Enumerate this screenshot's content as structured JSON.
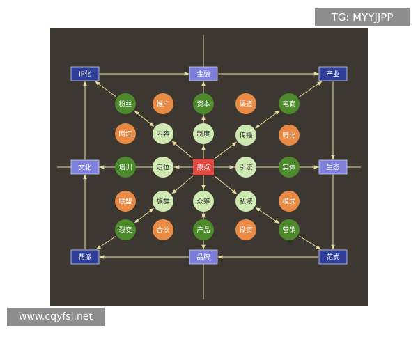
{
  "watermarks": {
    "top": "TG: MYYJJPP",
    "bottom": "www.cqyfsl.net"
  },
  "colors": {
    "background": "#3d3731",
    "line": "#e8dca0",
    "box_dark": "#2f3f98",
    "box_light": "#7f80dc",
    "center": "#dd4a44",
    "green_dark": "#4c8a2c",
    "green_light": "#cfe9b3",
    "orange": "#e98b45",
    "text_dark": "#2a2a2a",
    "text_olive": "#8a6a1a",
    "text_white": "#ffffff"
  },
  "diagram": {
    "center": {
      "id": "origin",
      "label": "原点"
    },
    "boxes": [
      {
        "id": "ip",
        "label": "IP化",
        "style": "dark"
      },
      {
        "id": "finance",
        "label": "金融",
        "style": "light"
      },
      {
        "id": "industry",
        "label": "产业",
        "style": "dark"
      },
      {
        "id": "culture",
        "label": "文化",
        "style": "light"
      },
      {
        "id": "ecology",
        "label": "生态",
        "style": "light"
      },
      {
        "id": "gang",
        "label": "帮派",
        "style": "dark"
      },
      {
        "id": "brand",
        "label": "品牌",
        "style": "light"
      },
      {
        "id": "paradigm",
        "label": "范式",
        "style": "dark"
      }
    ],
    "nodes": [
      {
        "id": "fans",
        "label": "粉丝",
        "style": "green_dark"
      },
      {
        "id": "capital",
        "label": "资本",
        "style": "green_dark"
      },
      {
        "id": "ecommerce",
        "label": "电商",
        "style": "green_dark"
      },
      {
        "id": "training",
        "label": "培训",
        "style": "green_dark"
      },
      {
        "id": "entity",
        "label": "实体",
        "style": "green_dark"
      },
      {
        "id": "fission",
        "label": "裂变",
        "style": "green_dark"
      },
      {
        "id": "product",
        "label": "产品",
        "style": "green_dark"
      },
      {
        "id": "marketing",
        "label": "营销",
        "style": "green_dark"
      },
      {
        "id": "content",
        "label": "内容",
        "style": "green_light"
      },
      {
        "id": "system",
        "label": "制度",
        "style": "green_light"
      },
      {
        "id": "spread",
        "label": "传播",
        "style": "green_light"
      },
      {
        "id": "positioning",
        "label": "定位",
        "style": "green_light"
      },
      {
        "id": "traffic",
        "label": "引流",
        "style": "green_light"
      },
      {
        "id": "community",
        "label": "族群",
        "style": "green_light"
      },
      {
        "id": "crowdfund",
        "label": "众筹",
        "style": "green_light"
      },
      {
        "id": "private",
        "label": "私域",
        "style": "green_light"
      },
      {
        "id": "promotion",
        "label": "推广",
        "style": "orange"
      },
      {
        "id": "channel",
        "label": "渠道",
        "style": "orange"
      },
      {
        "id": "influencer",
        "label": "网红",
        "style": "orange"
      },
      {
        "id": "incubation",
        "label": "孵化",
        "style": "orange"
      },
      {
        "id": "alliance",
        "label": "联盟",
        "style": "orange"
      },
      {
        "id": "mode",
        "label": "模式",
        "style": "orange"
      },
      {
        "id": "partner",
        "label": "合伙",
        "style": "orange"
      },
      {
        "id": "investment",
        "label": "投资",
        "style": "orange"
      }
    ],
    "edges": [
      {
        "from": "origin",
        "to": "content",
        "arrow": "end"
      },
      {
        "from": "origin",
        "to": "system",
        "arrow": "end"
      },
      {
        "from": "origin",
        "to": "spread",
        "arrow": "end"
      },
      {
        "from": "origin",
        "to": "positioning",
        "arrow": "end"
      },
      {
        "from": "origin",
        "to": "traffic",
        "arrow": "end"
      },
      {
        "from": "origin",
        "to": "community",
        "arrow": "end"
      },
      {
        "from": "origin",
        "to": "crowdfund",
        "arrow": "end"
      },
      {
        "from": "origin",
        "to": "private",
        "arrow": "end"
      },
      {
        "from": "content",
        "to": "fans",
        "arrow": "both"
      },
      {
        "from": "system",
        "to": "capital",
        "arrow": "both"
      },
      {
        "from": "spread",
        "to": "ecommerce",
        "arrow": "both"
      },
      {
        "from": "positioning",
        "to": "training",
        "arrow": "none"
      },
      {
        "from": "traffic",
        "to": "entity",
        "arrow": "none"
      },
      {
        "from": "community",
        "to": "fission",
        "arrow": "both"
      },
      {
        "from": "crowdfund",
        "to": "product",
        "arrow": "both"
      },
      {
        "from": "private",
        "to": "marketing",
        "arrow": "both"
      },
      {
        "from": "fans",
        "to": "ip",
        "arrow": "end"
      },
      {
        "from": "capital",
        "to": "finance",
        "arrow": "end"
      },
      {
        "from": "ecommerce",
        "to": "industry",
        "arrow": "end"
      },
      {
        "from": "training",
        "to": "culture",
        "arrow": "end"
      },
      {
        "from": "entity",
        "to": "ecology",
        "arrow": "end"
      },
      {
        "from": "fission",
        "to": "gang",
        "arrow": "end"
      },
      {
        "from": "product",
        "to": "brand",
        "arrow": "end"
      },
      {
        "from": "marketing",
        "to": "paradigm",
        "arrow": "end"
      },
      {
        "from": "ip",
        "to": "finance",
        "arrow": "end"
      },
      {
        "from": "finance",
        "to": "industry",
        "arrow": "end"
      },
      {
        "from": "industry",
        "to": "ecology",
        "arrow": "end"
      },
      {
        "from": "ecology",
        "to": "paradigm",
        "arrow": "end"
      },
      {
        "from": "paradigm",
        "to": "brand",
        "arrow": "end"
      },
      {
        "from": "brand",
        "to": "gang",
        "arrow": "end"
      },
      {
        "from": "gang",
        "to": "culture",
        "arrow": "end"
      },
      {
        "from": "culture",
        "to": "ip",
        "arrow": "end"
      }
    ]
  }
}
